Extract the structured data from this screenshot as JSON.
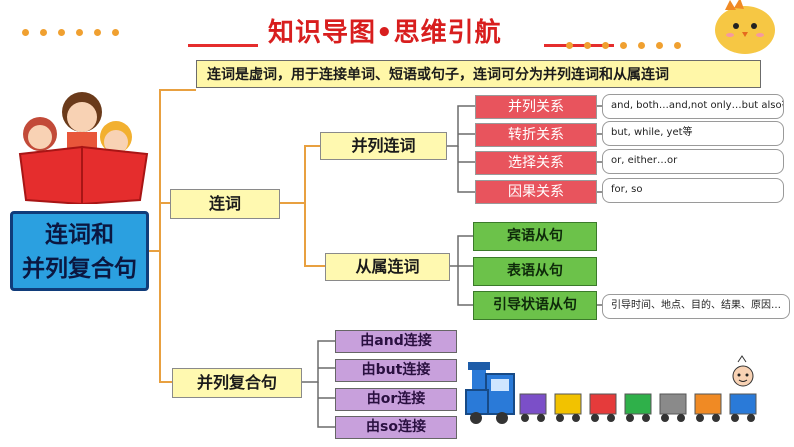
{
  "title": "知识导图•思维引航",
  "banner": "连词是虚词，用于连接单词、短语或句子，连词可分为并列连词和从属连词",
  "root": {
    "line1": "连词和",
    "line2": "并列复合句"
  },
  "branch_lianci": "连词",
  "branch_binglie": "并列连词",
  "branch_congshu": "从属连词",
  "branch_compound": "并列复合句",
  "coordinating": [
    {
      "label": "并列关系",
      "example": "and, both…and,not only…but also等"
    },
    {
      "label": "转折关系",
      "example": "but, while, yet等"
    },
    {
      "label": "选择关系",
      "example": "or, either…or"
    },
    {
      "label": "因果关系",
      "example": "for, so"
    }
  ],
  "subordinate": [
    {
      "label": "宾语从句"
    },
    {
      "label": "表语从句"
    },
    {
      "label": "引导状语从句",
      "example": "引导时间、地点、目的、结果、原因…"
    }
  ],
  "compound": [
    "由and连接",
    "由but连接",
    "由or连接",
    "由so连接"
  ],
  "colors": {
    "title_red": "#d81e1e",
    "root_blue": "#2ba0e0",
    "red_box": "#e8545d",
    "green_box": "#6cc24a",
    "purple_box": "#c8a0dc",
    "yellow_box": "#fff9b0"
  },
  "icons": [
    "family-reading-illustration",
    "yellow-bird-illustration",
    "toy-train-illustration"
  ]
}
